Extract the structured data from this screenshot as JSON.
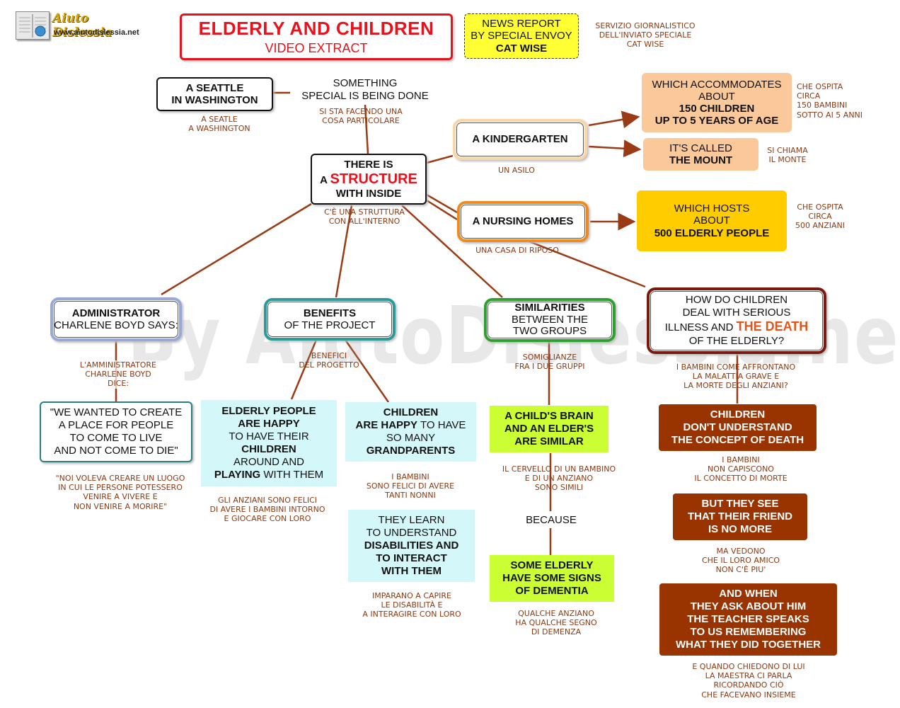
{
  "logo": {
    "title": "Aiuto Dislessia",
    "url": "www.aiutodislessia.net"
  },
  "watermark": "By AiutoDislessia.net",
  "title": {
    "line1": "ELDERLY AND CHILDREN",
    "line2": "VIDEO EXTRACT"
  },
  "news": {
    "line1": "NEWS REPORT",
    "line2": "BY SPECIAL ENVOY",
    "line3": "CAT WISE"
  },
  "news_note": {
    "line1": "SERVIZIO GIORNALISTICO",
    "line2": "DELL'INVIATO SPECIALE",
    "line3": "CAT WISE"
  },
  "seattle": {
    "line1": "A  SEATTLE",
    "line2": "IN WASHINGTON"
  },
  "seattle_note": {
    "line1": "A SEATLE",
    "line2": "A WASHINGTON"
  },
  "something": {
    "line1": "SOMETHING",
    "line2": "SPECIAL IS BEING DONE"
  },
  "something_note": {
    "line1": "SI STA FACENDO UNA",
    "line2": "COSA PARTICOLARE"
  },
  "structure": {
    "line1": "THERE IS",
    "pre": "A ",
    "highlight": "STRUCTURE",
    "line3": "WITH INSIDE"
  },
  "structure_note": {
    "line1": "C'È UNA STRUTTURA",
    "line2": "CON ALL'INTERNO"
  },
  "kindergarten": {
    "label": "A KINDERGARTEN"
  },
  "kindergarten_note": {
    "line1": "UN ASILO"
  },
  "accommodates": {
    "line1": "WHICH ACCOMMODATES",
    "line2": "ABOUT",
    "line3": "150 CHILDREN",
    "line4": "UP TO 5 YEARS OF AGE"
  },
  "accommodates_note": {
    "line1": "CHE OSPITA",
    "line2": "CIRCA",
    "line3": "150 BAMBINI",
    "line4": "SOTTO AI 5 ANNI"
  },
  "called": {
    "line1": "IT'S CALLED",
    "line2": "THE MOUNT"
  },
  "called_note": {
    "line1": "SI CHIAMA",
    "line2": "IL MONTE"
  },
  "nursing": {
    "label": "A NURSING HOMES"
  },
  "nursing_note": {
    "line1": "UNA CASA DI RIPOSO"
  },
  "hosts": {
    "line1": "WHICH HOSTS",
    "line2": "ABOUT",
    "line3": "500 ELDERLY PEOPLE"
  },
  "hosts_note": {
    "line1": "CHE OSPITA",
    "line2": "CIRCA",
    "line3": "500 ANZIANI"
  },
  "admin": {
    "line1": "ADMINISTRATOR",
    "line2": "CHARLENE BOYD SAYS:"
  },
  "admin_note": {
    "line1": "L'AMMINISTRATORE",
    "line2": "CHARLENE BOYD",
    "line3": "DICE:"
  },
  "quote": {
    "line1": "\"WE WANTED TO CREATE",
    "line2": "A PLACE FOR PEOPLE",
    "line3": "TO COME TO LIVE",
    "line4": "AND NOT COME TO DIE\""
  },
  "quote_note": {
    "line1": "\"NOI VOLEVA CREARE UN LUOGO",
    "line2": "IN CUI LE PERSONE POTESSERO",
    "line3": "VENIRE A VIVERE E",
    "line4": "NON VENIRE A MORIRE\""
  },
  "benefits": {
    "line1": "BENEFITS",
    "line2": "OF THE PROJECT"
  },
  "benefits_note": {
    "line1": "BENEFICI",
    "line2": "DEL PROGETTO"
  },
  "elderly_happy": {
    "line1": "ELDERLY PEOPLE",
    "line2": "ARE HAPPY",
    "line3": "TO HAVE THEIR",
    "line4": "CHILDREN",
    "line5": "AROUND AND",
    "line6a": "PLAYING",
    "line6b": " WITH THEM"
  },
  "elderly_happy_note": {
    "line1": "GLI ANZIANI SONO FELICI",
    "line2": "DI AVERE I BAMBINI INTORNO",
    "line3": "E GIOCARE CON LORO"
  },
  "children_happy": {
    "line1": "CHILDREN",
    "line2a": "ARE HAPPY",
    "line2b": " TO HAVE",
    "line3": "SO MANY",
    "line4": "GRANDPARENTS"
  },
  "children_happy_note": {
    "line1": "I BAMBINI",
    "line2": "SONO FELICI DI AVERE",
    "line3": "TANTI NONNI"
  },
  "learn": {
    "line1": "THEY LEARN",
    "line2": "TO UNDERSTAND",
    "line3": "DISABILITIES AND",
    "line4": "TO INTERACT",
    "line5": "WITH THEM"
  },
  "learn_note": {
    "line1": "IMPARANO A CAPIRE",
    "line2": "LE DISABILITÀ E",
    "line3": "A INTERAGIRE CON LORO"
  },
  "similarities": {
    "line1": "SIMILARITIES",
    "line2": "BETWEEN THE",
    "line3": "TWO GROUPS"
  },
  "similarities_note": {
    "line1": "SOMIGLIANZE",
    "line2": "FRA I DUE GRUPPI"
  },
  "brain": {
    "line1": "A CHILD'S BRAIN",
    "line2": "AND AN ELDER'S",
    "line3": "ARE SIMILAR"
  },
  "brain_note": {
    "line1": "IL CERVELLO DI UN BAMBINO",
    "line2": "E DI UN ANZIANO",
    "line3": "SONO SIMILI"
  },
  "because": "BECAUSE",
  "dementia": {
    "line1": "SOME ELDERLY",
    "line2": "HAVE SOME SIGNS",
    "line3": "OF DEMENTIA"
  },
  "dementia_note": {
    "line1": "QUALCHE ANZIANO",
    "line2": "HA QUALCHE SEGNO",
    "line3": "DI DEMENZA"
  },
  "illness": {
    "line1": "HOW DO CHILDREN",
    "line2": "DEAL WITH SERIOUS",
    "line3a": "ILLNESS AND ",
    "line3b": "THE DEATH",
    "line4": "OF THE ELDERLY?"
  },
  "illness_note": {
    "line1": "I BAMBINI COME AFFRONTANO",
    "line2": "LA MALATTIA GRAVE E",
    "line3": "LA MORTE DEGLI ANZIANI?"
  },
  "concept": {
    "line1": "CHILDREN",
    "line2": "DON'T UNDERSTAND",
    "line3": "THE CONCEPT OF DEATH"
  },
  "concept_note": {
    "line1": "I BAMBINI",
    "line2": "NON CAPISCONO",
    "line3": "IL CONCETTO DI MORTE"
  },
  "see": {
    "line1": "BUT THEY SEE",
    "line2": "THAT THEIR FRIEND",
    "line3": "IS NO MORE"
  },
  "see_note": {
    "line1": "MA VEDONO",
    "line2": "CHE IL LORO AMICO",
    "line3": "NON C'È PIU'"
  },
  "teacher": {
    "line1": "AND WHEN",
    "line2": "THEY ASK ABOUT HIM",
    "line3": "THE TEACHER SPEAKS",
    "line4": "TO US REMEMBERING",
    "line5": "WHAT THEY DID TOGETHER"
  },
  "teacher_note": {
    "line1": "E QUANDO CHIEDONO DI LUI",
    "line2": "LA MAESTRA CI PARLA",
    "line3": "RICORDANDO CIÒ",
    "line4": "CHE FACEVANO INSIEME"
  },
  "colors": {
    "title_border": "#e8121c",
    "news_bg": "#ffff33",
    "peach": "#fbc89a",
    "yellow": "#ffcc00",
    "lime": "#ccff33",
    "cyan": "#d4f7fa",
    "brown": "#993300",
    "note": "#8b3a12",
    "line": "#9a3b15"
  }
}
